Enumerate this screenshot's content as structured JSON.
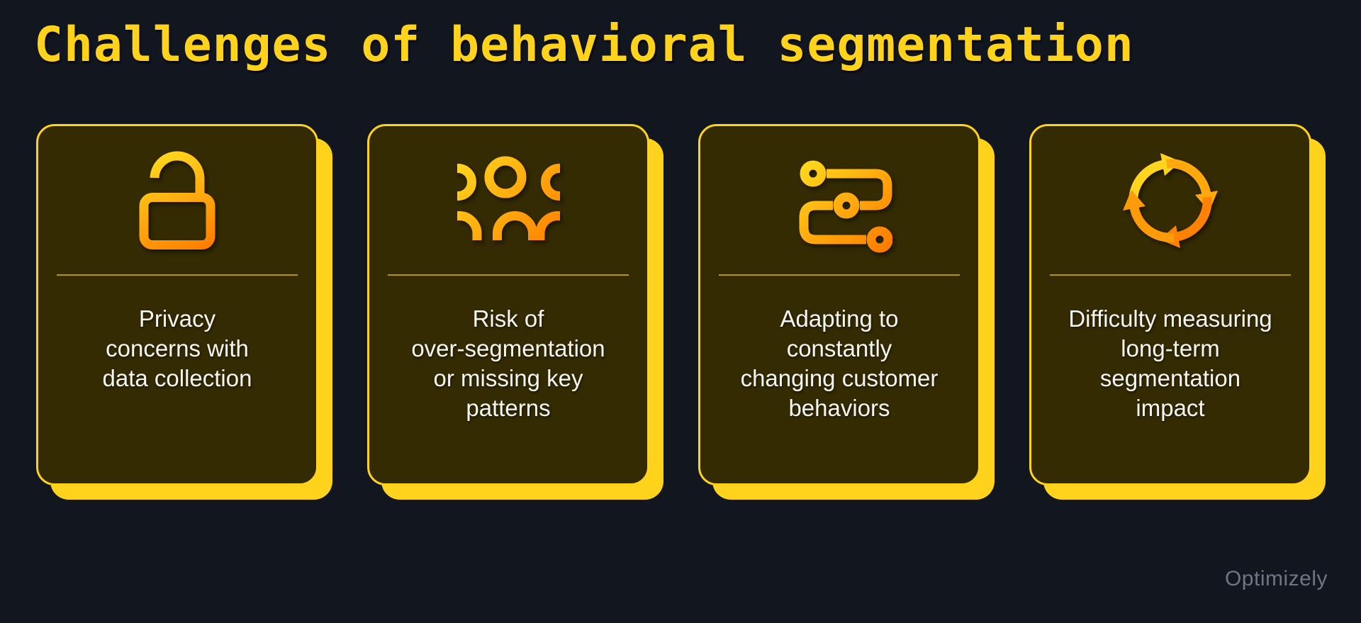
{
  "slide": {
    "title": "Challenges of behavioral segmentation",
    "brand": "Optimizely"
  },
  "colors": {
    "background": "#12161F",
    "accent_yellow": "#FFD21C",
    "icon_gradient_start": "#FFD91E",
    "icon_gradient_end": "#FF7E00",
    "card_fill": "#342B03",
    "divider": "#B8950F",
    "card_text": "#F7F6F2",
    "brand_text": "#6E7684"
  },
  "cards": [
    {
      "icon": "unlocked-padlock-icon",
      "text": "Privacy\nconcerns with\ndata collection"
    },
    {
      "icon": "customer-group-icon",
      "text": "Risk of\nover-segmentation\nor missing key\npatterns"
    },
    {
      "icon": "workflow-path-icon",
      "text": "Adapting to\nconstantly\nchanging customer\nbehaviors"
    },
    {
      "icon": "cycle-arrows-icon",
      "text": "Difficulty measuring\nlong-term\nsegmentation\nimpact"
    }
  ]
}
